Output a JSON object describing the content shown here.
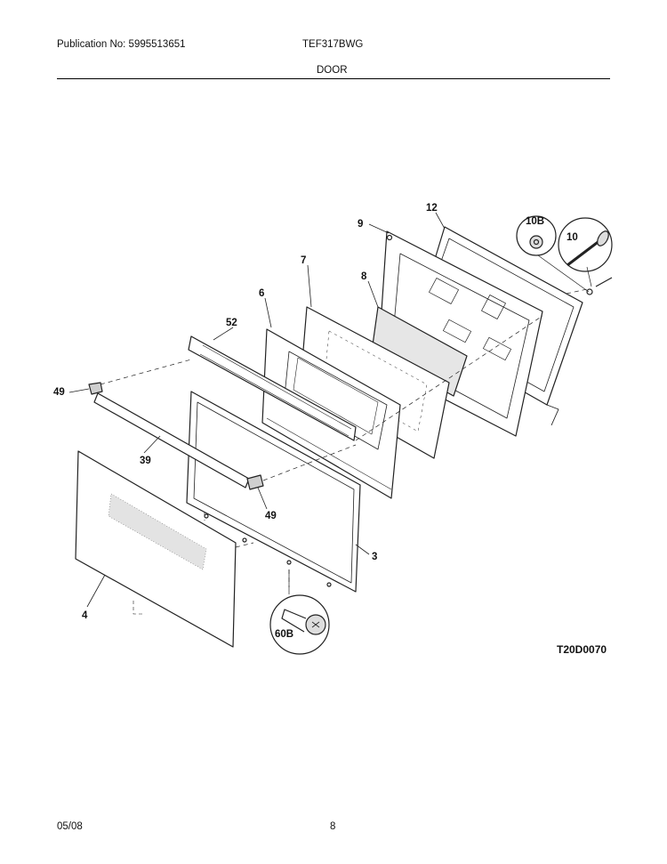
{
  "header": {
    "publication": "Publication No: 5995513651",
    "model": "TEF317BWG",
    "section": "DOOR"
  },
  "callouts": {
    "c12": "12",
    "c9": "9",
    "c10b": "10B",
    "c10": "10",
    "c7": "7",
    "c8": "8",
    "c6": "6",
    "c52": "52",
    "c49a": "49",
    "c49b": "49",
    "c39": "39",
    "c3": "3",
    "c4": "4",
    "c60b": "60B"
  },
  "drawing_number": "T20D0070",
  "footer": {
    "date": "05/08",
    "page": "8"
  }
}
